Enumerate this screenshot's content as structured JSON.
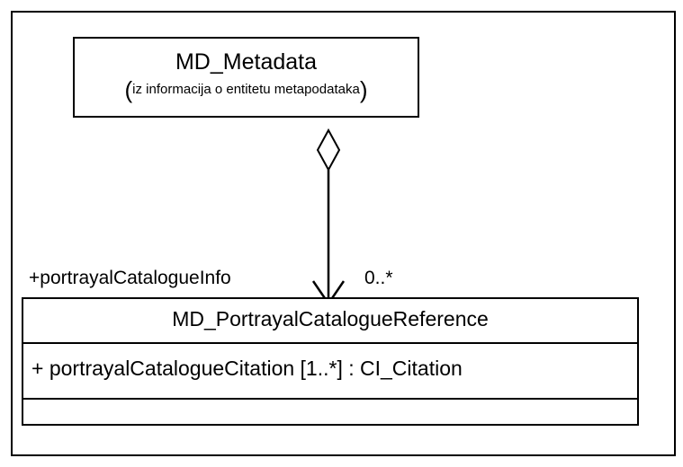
{
  "classes": {
    "metadata": {
      "name": "MD_Metadata",
      "paren_open": "(",
      "subtitle": "iz informacija o entitetu metapodataka",
      "paren_close": ")"
    },
    "portrayal_reference": {
      "name": "MD_PortrayalCatalogueReference",
      "attribute": "+ portrayalCatalogueCitation [1..*] : CI_Citation"
    }
  },
  "association": {
    "type": "aggregation",
    "role": "+portrayalCatalogueInfo",
    "multiplicity": "0..*"
  }
}
